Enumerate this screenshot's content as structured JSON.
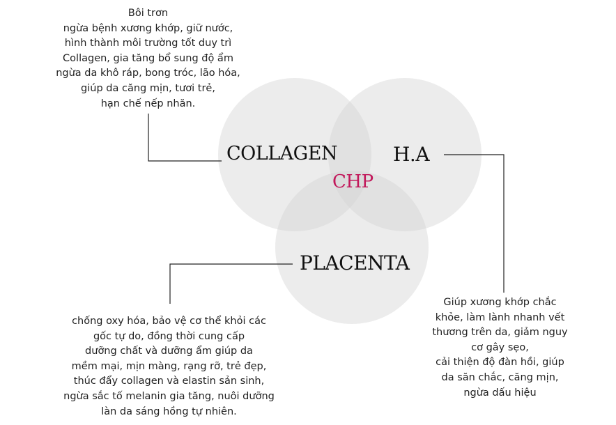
{
  "colors": {
    "circle_fill": "#d4d4d4",
    "center_label": "#c2185b",
    "text": "#1f1f1f"
  },
  "labels": {
    "collagen": "COLLAGEN",
    "ha": "H.A",
    "center": "CHP",
    "placenta": "PLACENTA"
  },
  "notes": {
    "collagen": "Bôi trơn\nngừa bệnh xương khớp, giữ nước,\nhình thành môi trường tốt duy trì\nCollagen, gia tăng bổ sung độ ẩm\nngừa da khô ráp, bong tróc, lão hóa,\ngiúp da căng mịn, tươi trẻ,\nhạn chế nếp nhăn.",
    "ha": "Giúp xương khớp chắc\nkhỏe, làm lành nhanh vết\nthương trên da, giảm nguy\ncơ gây sẹo,\ncải thiện độ đàn hồi, giúp\nda săn chắc, căng mịn,\nngừa dấu hiệu",
    "placenta": "chống oxy hóa, bảo vệ cơ thể khỏi các\ngốc tự do, đồng thời cung cấp\ndưỡng chất và dưỡng ẩm giúp da\nmềm mại, mịn màng, rạng rỡ, trẻ đẹp,\nthúc đẩy collagen và elastin sản sinh,\nngừa sắc tố melanin gia tăng, nuôi dưỡng\nlàn da sáng hồng tự nhiên."
  }
}
